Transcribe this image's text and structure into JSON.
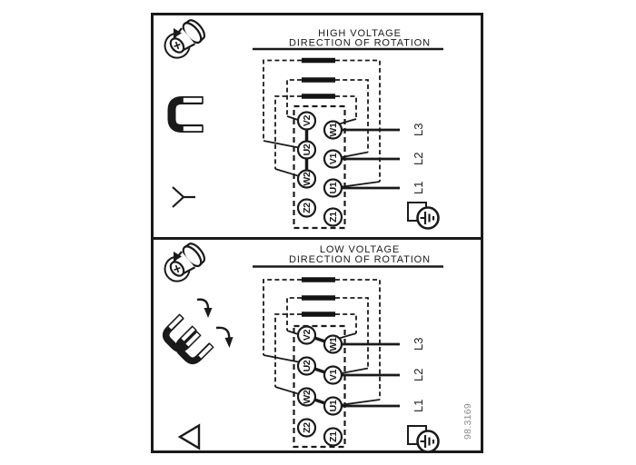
{
  "diagram": {
    "drawing_number": "98.3169",
    "colors": {
      "ink": "#1a1a1a",
      "background": "#ffffff",
      "drawing_number_color": "#8a8a8a"
    },
    "panels": [
      {
        "title_line1": "HIGH VOLTAGE",
        "title_line2": "DIRECTION OF ROTATION",
        "connection_symbol": "star",
        "terminals_left": [
          "V2",
          "U2",
          "W2",
          "Z2"
        ],
        "terminals_right": [
          "W1",
          "V1",
          "U1",
          "Z1"
        ],
        "supply_lines": [
          "L3",
          "L2",
          "L1"
        ]
      },
      {
        "title_line1": "LOW VOLTAGE",
        "title_line2": "DIRECTION OF ROTATION",
        "connection_symbol": "delta",
        "terminals_left": [
          "V2",
          "U2",
          "W2",
          "Z2"
        ],
        "terminals_right": [
          "W1",
          "V1",
          "U1",
          "Z1"
        ],
        "supply_lines": [
          "L3",
          "L2",
          "L1"
        ]
      }
    ]
  }
}
